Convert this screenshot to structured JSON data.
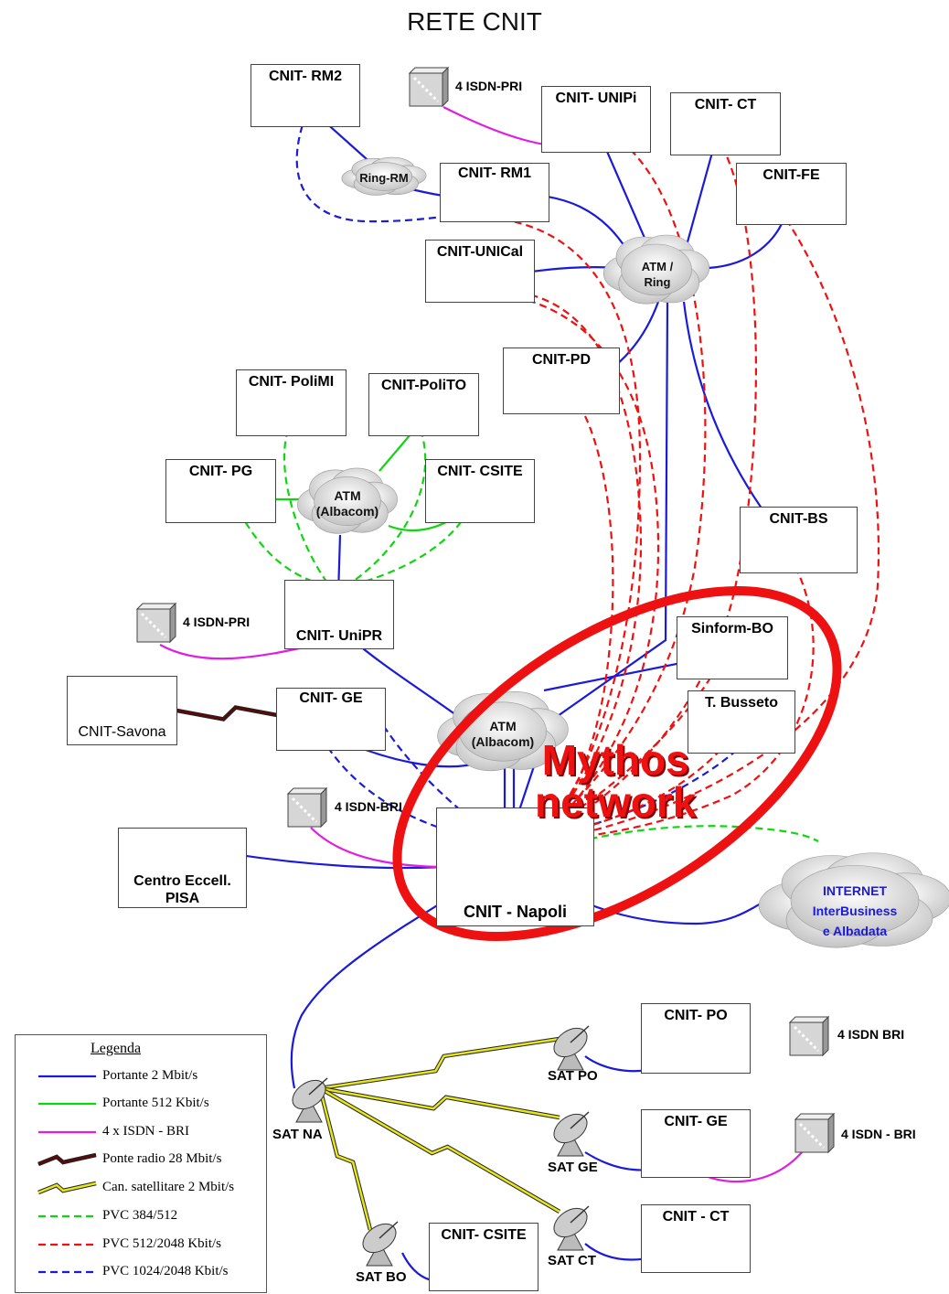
{
  "title": "RETE CNIT",
  "nodes": {
    "rm2": "CNIT- RM2",
    "unipi": "CNIT- UNIPi",
    "ct_top": "CNIT- CT",
    "rm1": "CNIT- RM1",
    "fe": "CNIT-FE",
    "unical": "CNIT-UNICal",
    "pd": "CNIT-PD",
    "polimi": "CNIT- PoliMI",
    "polito": "CNIT-PoliTO",
    "pg": "CNIT- PG",
    "csite_top": "CNIT- CSITE",
    "bs": "CNIT-BS",
    "unipr": "CNIT- UniPR",
    "sinform": "Sinform-BO",
    "savona": "CNIT-Savona",
    "ge_top": "CNIT- GE",
    "busseto": "T. Busseto",
    "pisa": "Centro Eccell. PISA",
    "napoli": "CNIT - Napoli",
    "po": "CNIT- PO",
    "ge_bottom": "CNIT- GE",
    "ct_bottom": "CNIT - CT",
    "csite_bottom": "CNIT- CSITE"
  },
  "clouds": {
    "ring_rm": "Ring-RM",
    "atm_ring": "ATM / Ring",
    "atm_albacom_top": "ATM (Albacom)",
    "atm_albacom_mid": "ATM (Albacom)",
    "internet_line1": "INTERNET",
    "internet_line2": "InterBusiness",
    "internet_line3": "e Albadata"
  },
  "isdn": {
    "top": "4 ISDN-PRI",
    "left": "4 ISDN-PRI",
    "mid": "4 ISDN-BRI",
    "po": "4 ISDN BRI",
    "ge": "4 ISDN - BRI"
  },
  "satellites": {
    "na": "SAT NA",
    "po": "SAT PO",
    "ge": "SAT GE",
    "ct": "SAT CT",
    "bo": "SAT BO"
  },
  "highlight": {
    "line1": "Mythos",
    "line2": "network",
    "color": "#ee1111"
  },
  "legend": {
    "title": "Legenda",
    "items": [
      {
        "label": "Portante  2 Mbit/s",
        "color": "#1a1ad8",
        "style": "solid"
      },
      {
        "label": "Portante  512 Kbit/s",
        "color": "#11d411",
        "style": "solid"
      },
      {
        "label": "4 x ISDN - BRI",
        "color": "#e01ee0",
        "style": "solid"
      },
      {
        "label": "Ponte radio 28 Mbit/s",
        "color": "#5a0a0a",
        "style": "zigzag"
      },
      {
        "label": "Can. satellitare 2 Mbit/s",
        "color": "#e6e61a",
        "style": "zigzag"
      },
      {
        "label": "PVC  384/512",
        "color": "#11d411",
        "style": "dashed"
      },
      {
        "label": "PVC  512/2048 Kbit/s",
        "color": "#ee1111",
        "style": "dashed"
      },
      {
        "label": "PVC 1024/2048 Kbit/s",
        "color": "#1a1ad8",
        "style": "dashed"
      }
    ]
  }
}
